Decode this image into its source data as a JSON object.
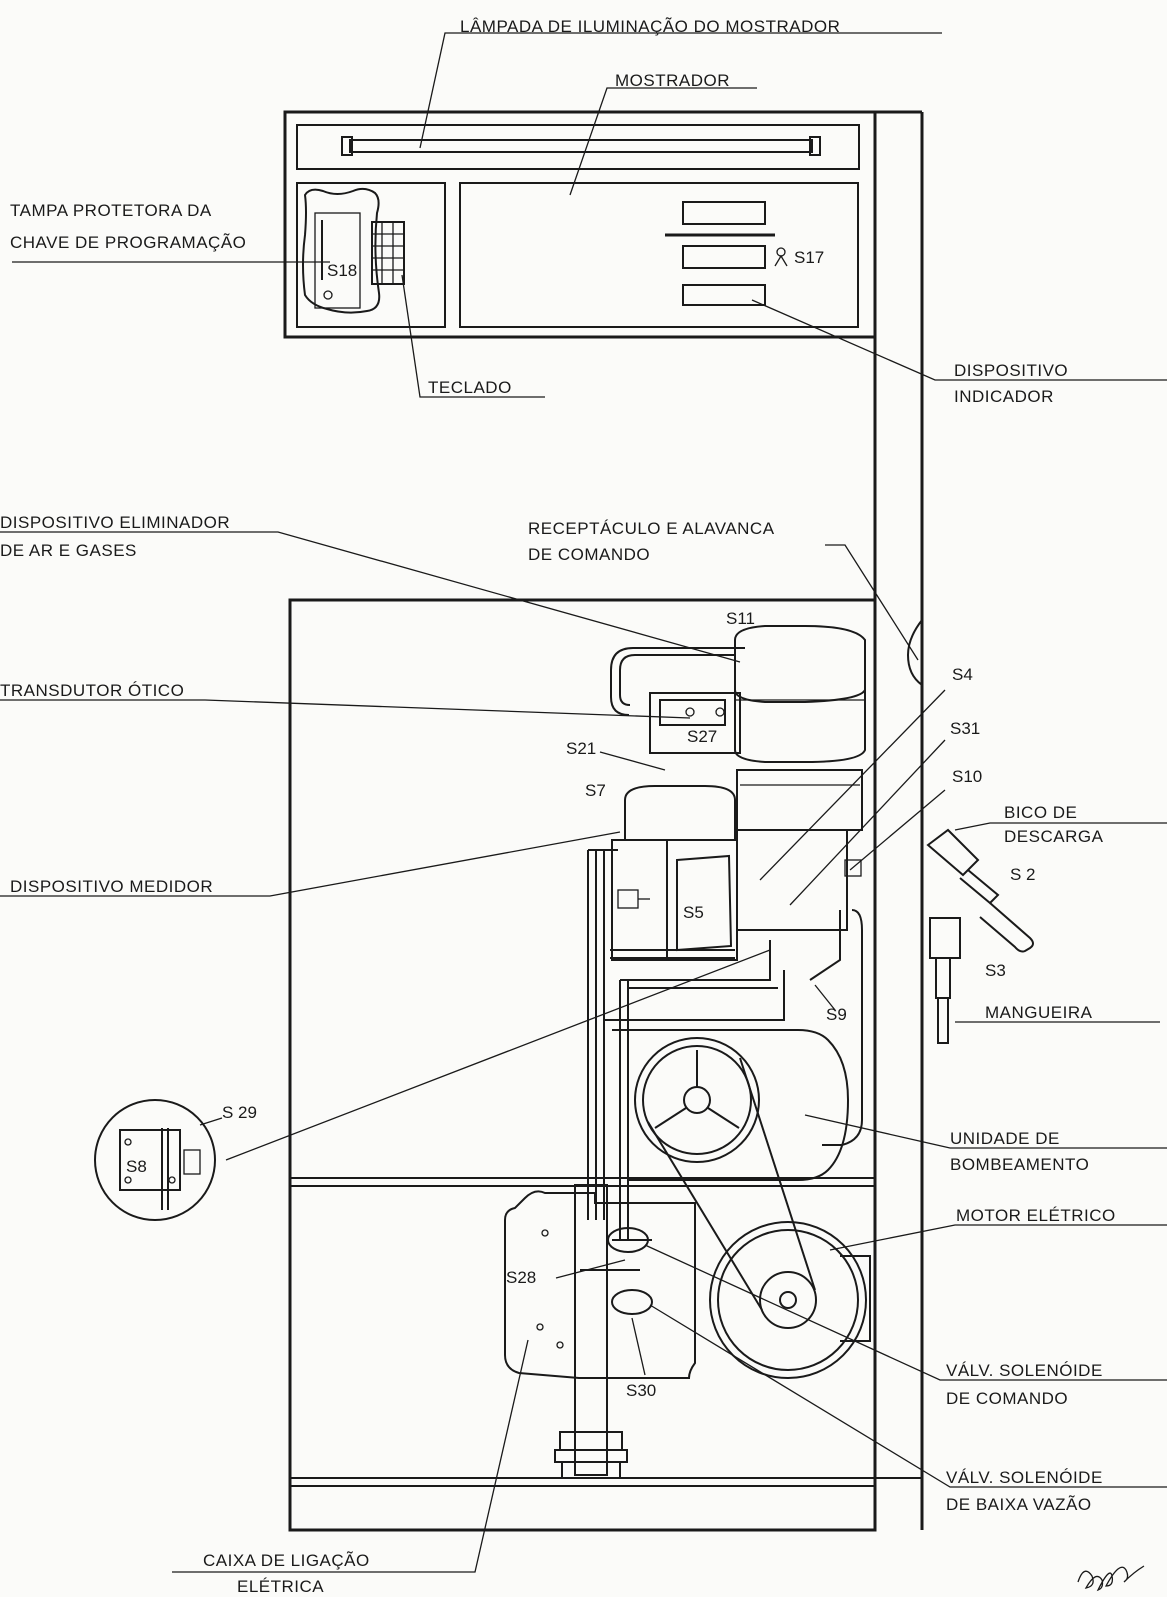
{
  "labels": {
    "lampada": "LÂMPADA DE ILUMINAÇÃO DO MOSTRADOR",
    "mostrador": "MOSTRADOR",
    "tampa_1": "TAMPA PROTETORA DA",
    "tampa_2": "CHAVE DE PROGRAMAÇÃO",
    "teclado": "TECLADO",
    "disp_ind_1": "DISPOSITIVO",
    "disp_ind_2": "INDICADOR",
    "elim_1": "DISPOSITIVO ELIMINADOR",
    "elim_2": "DE AR E GASES",
    "recept_1": "RECEPTÁCULO E ALAVANCA",
    "recept_2": "DE COMANDO",
    "transdutor": "TRANSDUTOR ÓTICO",
    "medidor": "DISPOSITIVO MEDIDOR",
    "bico_1": "BICO DE",
    "bico_2": "DESCARGA",
    "mangueira": "MANGUEIRA",
    "unidade_1": "UNIDADE DE",
    "unidade_2": "BOMBEAMENTO",
    "motor": "MOTOR ELÉTRICO",
    "valv_com_1": "VÁLV. SOLENÓIDE",
    "valv_com_2": "DE COMANDO",
    "valv_baixa_1": "VÁLV. SOLENÓIDE",
    "valv_baixa_2": "DE BAIXA VAZÃO",
    "caixa_1": "CAIXA DE LIGAÇÃO",
    "caixa_2": "ELÉTRICA"
  },
  "seals": {
    "s18": "S18",
    "s17": "S17",
    "s11": "S11",
    "s4": "S4",
    "s31": "S31",
    "s10": "S10",
    "s21": "S21",
    "s27": "S27",
    "s7": "S7",
    "s2": "S 2",
    "s5": "S5",
    "s3": "S3",
    "s9": "S9",
    "s29": "S 29",
    "s8": "S8",
    "s28": "S28",
    "s30": "S30"
  },
  "signature": "ALLO"
}
